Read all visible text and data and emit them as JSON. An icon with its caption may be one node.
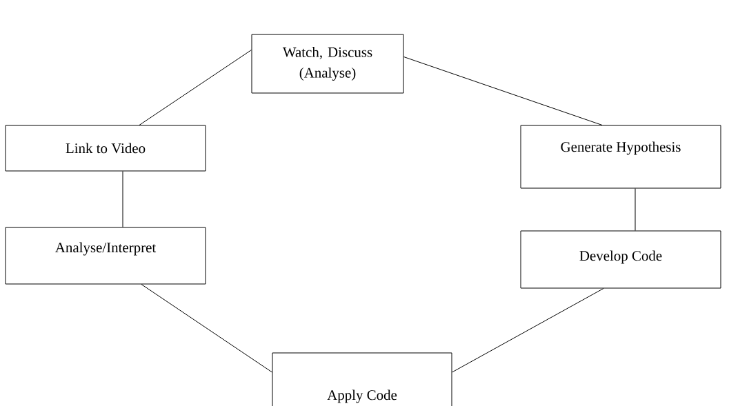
{
  "diagram": {
    "nodes": [
      {
        "text": [
          "Watch, Discuss (Analyse)"
        ]
      },
      {
        "text": [
          "Generate Hypothesis"
        ]
      },
      {
        "text": [
          "Develop Code"
        ]
      },
      {
        "text": [
          "Apply Code"
        ]
      },
      {
        "text": [
          "Analyse/Interpret"
        ]
      },
      {
        "text": [
          "Link to Video"
        ]
      }
    ],
    "edges": [
      {
        "from": 0,
        "to": 1,
        "arrow": "none"
      },
      {
        "from": 1,
        "to": 2,
        "arrow": "none"
      },
      {
        "from": 2,
        "to": 3,
        "arrow": "none"
      },
      {
        "from": 3,
        "to": 4,
        "arrow": "none"
      },
      {
        "from": 4,
        "to": 5,
        "arrow": "none"
      },
      {
        "from": 5,
        "to": 0,
        "arrow": "none"
      }
    ]
  }
}
